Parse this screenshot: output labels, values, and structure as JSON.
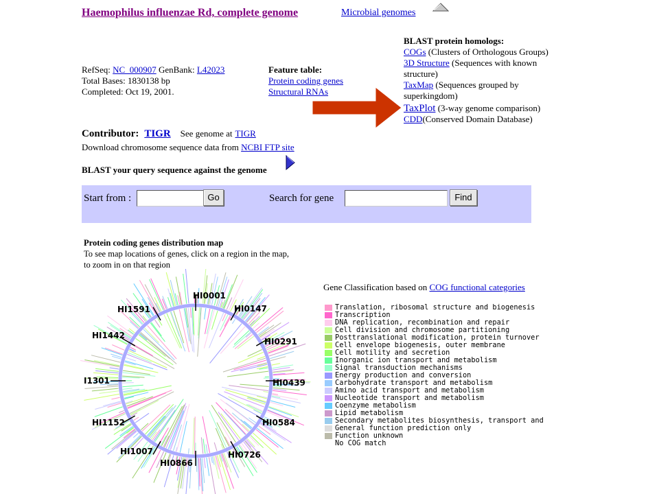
{
  "header": {
    "genome_title": "Haemophilus influenzae Rd, complete genome",
    "microbial_genomes_link": "Microbial genomes"
  },
  "genome_info": {
    "refseq_label": "RefSeq:",
    "refseq_id": "NC_000907",
    "genbank_label": "GenBank:",
    "genbank_id": "L42023",
    "total_bases": "Total Bases: 1830138 bp",
    "completed": "Completed: Oct 19, 2001."
  },
  "feature_table": {
    "heading": "Feature table:",
    "protein_coding": "Protein coding genes",
    "structural_rnas": "Structural RNAs"
  },
  "blast_homologs": {
    "heading": "BLAST protein homologs:",
    "items": [
      {
        "link": "COGs",
        "desc": " (Clusters of Orthologous Groups)"
      },
      {
        "link": "3D Structure",
        "desc": " (Sequences with known structure)"
      },
      {
        "link": "TaxMap",
        "desc": " (Sequences grouped by superkingdom)"
      },
      {
        "link": "TaxPlot",
        "desc": " (3-way genome comparison)"
      },
      {
        "link": "CDD",
        "desc": "(Conserved Domain Database)"
      }
    ]
  },
  "annotation_arrow": {
    "color": "#cc3300"
  },
  "contributor": {
    "label": "Contributor:",
    "name": "TIGR",
    "see_genome": "See genome at",
    "see_genome_link": "TIGR",
    "download_text": "Download chromosome sequence data from",
    "download_link": "NCBI FTP site"
  },
  "blast_query": {
    "text": "BLAST your query sequence against the genome"
  },
  "search_bar": {
    "background": "#ccccff",
    "start_label": "Start from :",
    "start_value": "",
    "go_button": "Go",
    "search_label": "Search for gene",
    "search_value": "",
    "find_button": "Find"
  },
  "map_section": {
    "heading": "Protein coding genes distribution map",
    "instructions_1": "To see map locations of genes, click on a region in the map,",
    "instructions_2": "to zoom in on that region",
    "gene_labels": [
      "HI0001",
      "HI0147",
      "HI0291",
      "HI0439",
      "HI0584",
      "HI0726",
      "HI0866",
      "HI1007",
      "HI1152",
      "I1301",
      "HI1442",
      "HI1591"
    ]
  },
  "legend": {
    "heading": "Gene Classification based on",
    "heading_link": "COG functional categories",
    "items": [
      {
        "label": "Translation, ribosomal structure and biogenesis",
        "color": "#ff99cc"
      },
      {
        "label": "Transcription",
        "color": "#ff66cc"
      },
      {
        "label": "DNA replication, recombination and repair",
        "color": "#ffccee"
      },
      {
        "label": "Cell division and chromosome partitioning",
        "color": "#ccff99"
      },
      {
        "label": "Posttranslational modification, protein turnover",
        "color": "#99cc66"
      },
      {
        "label": "Cell envelope biogenesis, outer membrane",
        "color": "#ccff66"
      },
      {
        "label": "Cell motility and secretion",
        "color": "#99ff66"
      },
      {
        "label": "Inorganic ion transport and metabolism",
        "color": "#66ff99"
      },
      {
        "label": "Signal transduction mechanisms",
        "color": "#99ffcc"
      },
      {
        "label": "Energy production and conversion",
        "color": "#9999ff"
      },
      {
        "label": "Carbohydrate transport and metabolism",
        "color": "#99ccff"
      },
      {
        "label": "Amino acid transport and metabolism",
        "color": "#ccccff"
      },
      {
        "label": "Nucleotide transport and metabolism",
        "color": "#cc99ff"
      },
      {
        "label": "Coenzyme metabolism",
        "color": "#66ccff"
      },
      {
        "label": "Lipid metabolism",
        "color": "#cc99cc"
      },
      {
        "label": "Secondary metabolites biosynthesis, transport and",
        "color": "#99ccee"
      },
      {
        "label": "General function prediction only",
        "color": "#dddddd"
      },
      {
        "label": "Function unknown",
        "color": "#bbbbaa"
      },
      {
        "label": "No COG match",
        "color": "#ffffff"
      }
    ]
  }
}
